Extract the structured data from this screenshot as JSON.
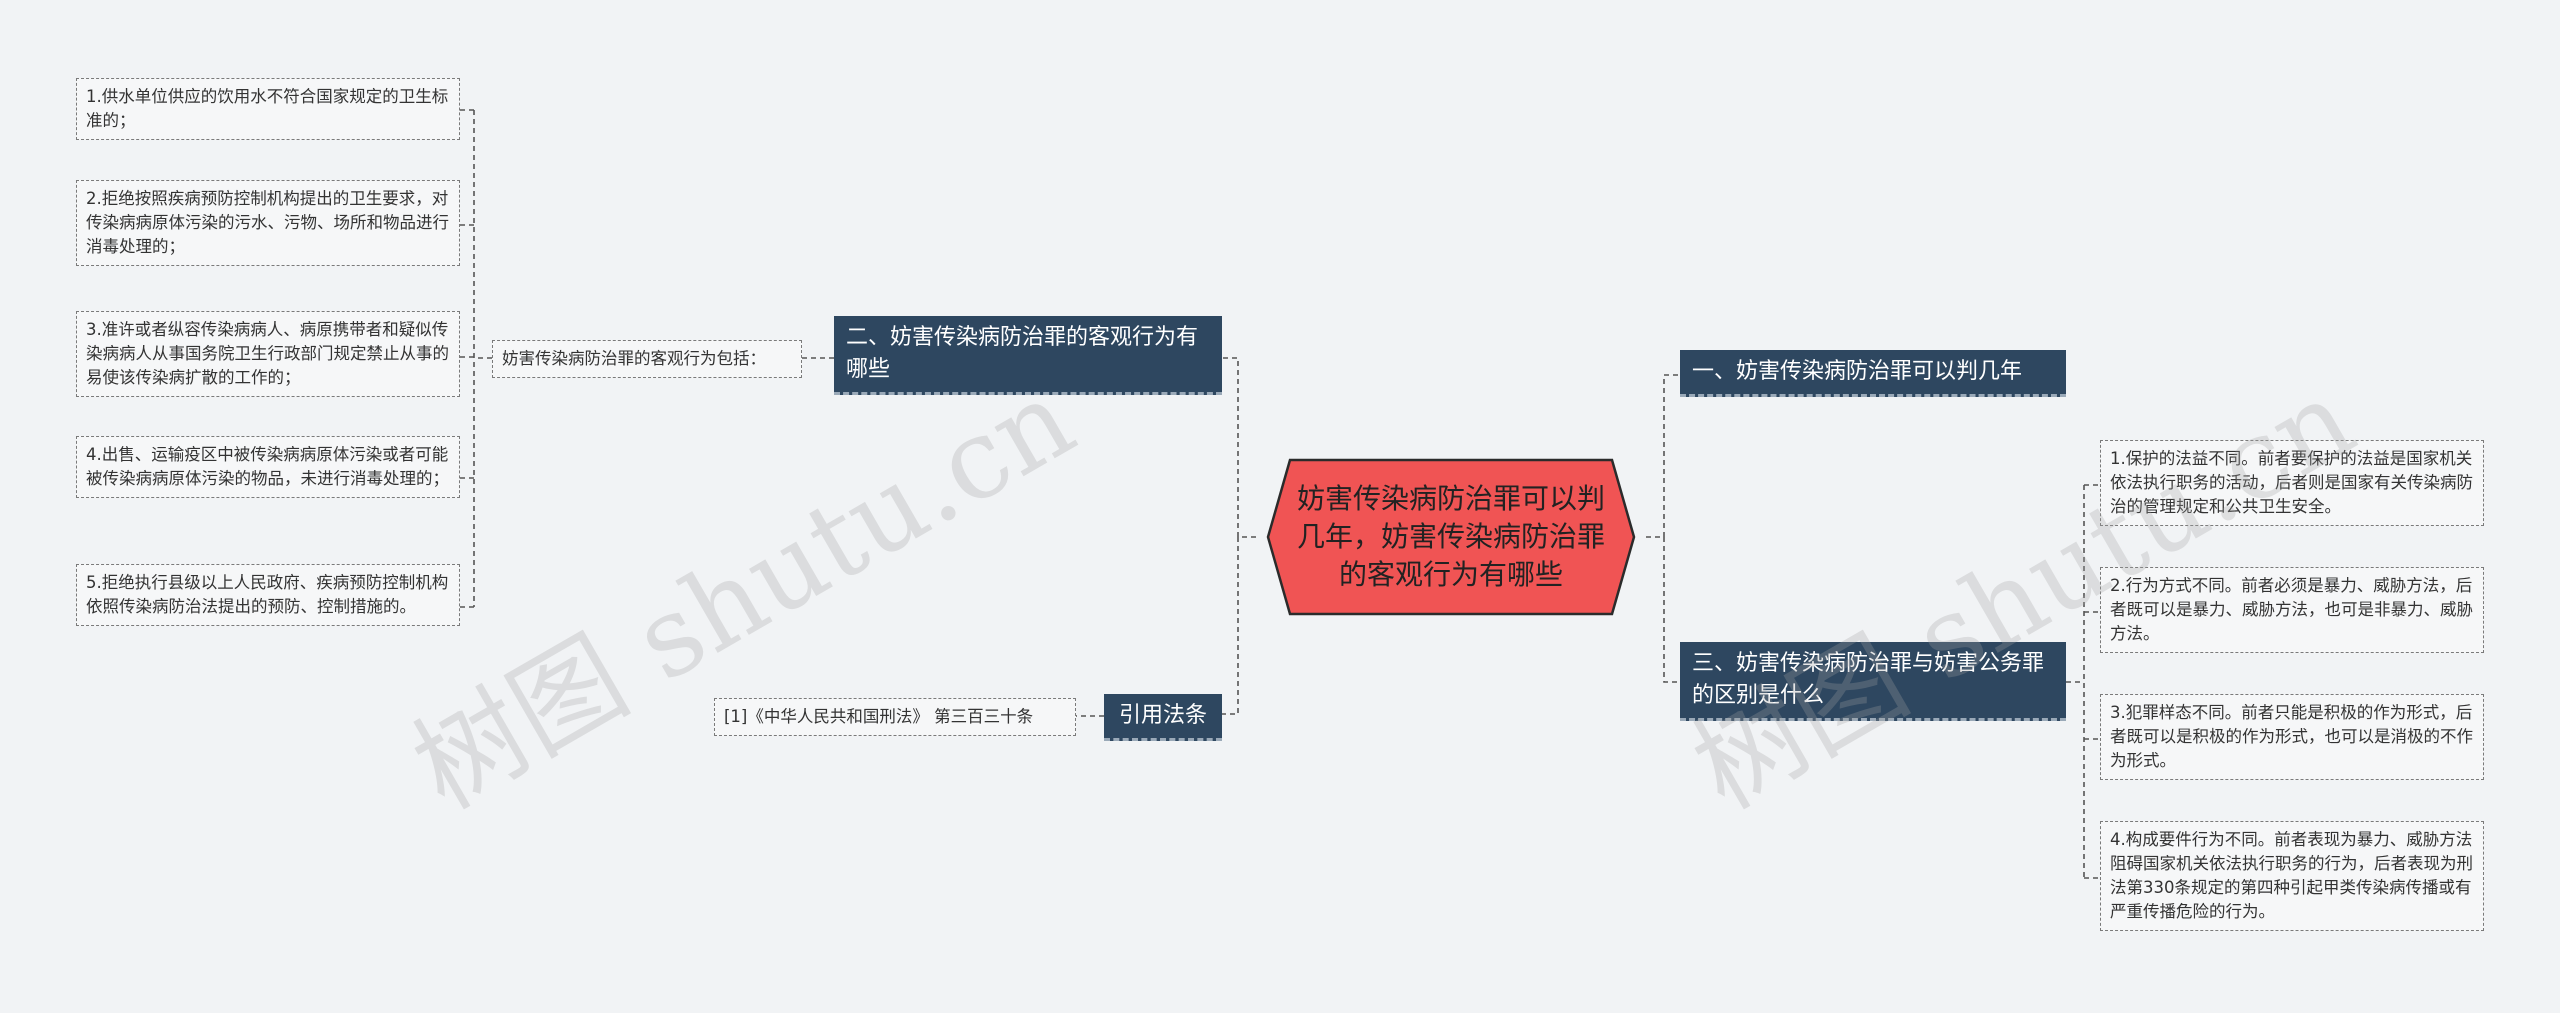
{
  "center": {
    "title": "妨害传染病防治罪可以判几年，妨害传染病防治罪的客观行为有哪些",
    "fill": "#f05454"
  },
  "branches": {
    "b1": "一、妨害传染病防治罪可以判几年",
    "b2": "二、妨害传染病防治罪的客观行为有哪些",
    "b3": "三、妨害传染病防治罪与妨害公务罪的区别是什么",
    "b4": "引用法条"
  },
  "left": {
    "intro": "妨害传染病防治罪的客观行为包括：",
    "items": [
      "1.供水单位供应的饮用水不符合国家规定的卫生标准的；",
      "2.拒绝按照疾病预防控制机构提出的卫生要求，对传染病病原体污染的污水、污物、场所和物品进行消毒处理的；",
      "3.准许或者纵容传染病病人、病原携带者和疑似传染病病人从事国务院卫生行政部门规定禁止从事的易使该传染病扩散的工作的；",
      "4.出售、运输疫区中被传染病病原体污染或者可能被传染病病原体污染的物品，未进行消毒处理的；",
      "5.拒绝执行县级以上人民政府、疾病预防控制机构依照传染病防治法提出的预防、控制措施的。"
    ]
  },
  "law": "[1]《中华人民共和国刑法》 第三百三十条",
  "right": {
    "items": [
      "1.保护的法益不同。前者要保护的法益是国家机关依法执行职务的活动，后者则是国家有关传染病防治的管理规定和公共卫生安全。",
      "2.行为方式不同。前者必须是暴力、威胁方法，后者既可以是暴力、威胁方法，也可是非暴力、威胁方法。",
      "3.犯罪样态不同。前者只能是积极的作为形式，后者既可以是积极的作为形式，也可以是消极的不作为形式。",
      "4.构成要件行为不同。前者表现为暴力、威胁方法阻碍国家机关依法执行职务的行为，后者表现为刑法第330条规定的第四种引起甲类传染病传播或有严重传播危险的行为。"
    ]
  },
  "watermarks": [
    "树图 shutu.cn",
    "树图 shutu.cn"
  ]
}
